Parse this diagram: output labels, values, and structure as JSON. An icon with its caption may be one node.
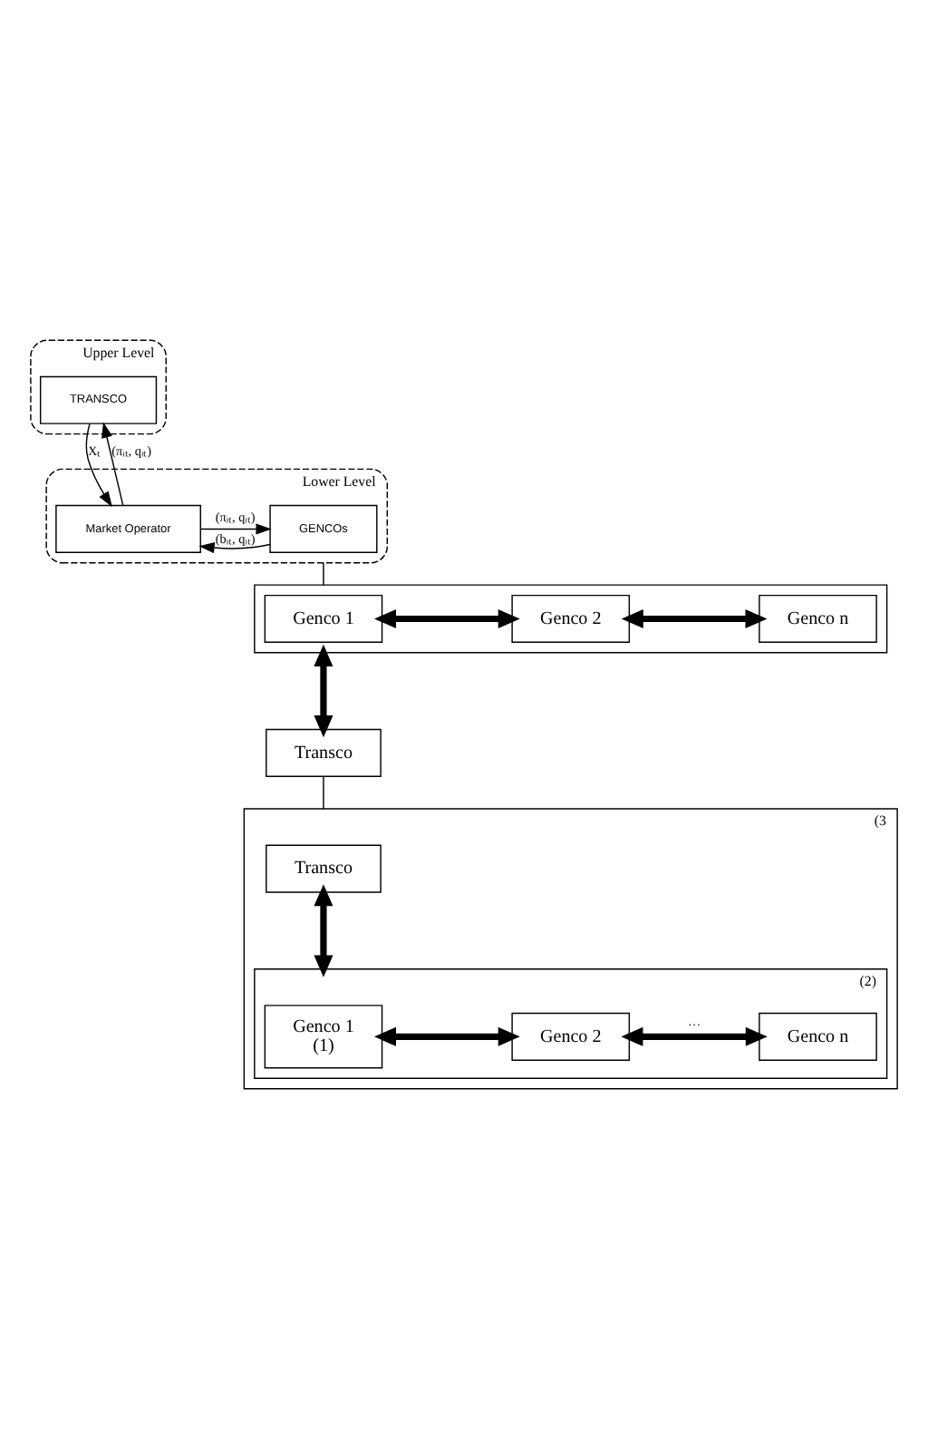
{
  "diagram": {
    "nodes": [
      {
        "text": [
          "Upper Level"
        ]
      },
      {
        "text": [
          "TRANSCO"
        ],
        "in": 0
      },
      {
        "text": [
          "Lower Level"
        ]
      },
      {
        "text": [
          "GENCOs"
        ],
        "in": 2
      },
      {
        "text": [
          "Market Operator"
        ],
        "in": 2
      },
      {
        "text": [],
        "shape": "box"
      },
      {
        "text": [
          "Genco 1"
        ],
        "in": 5
      },
      {
        "text": [
          "Genco 2"
        ],
        "in": 5
      },
      {
        "text": [
          "Genco n"
        ],
        "in": 5
      },
      {
        "text": [
          "Transco"
        ]
      },
      {
        "text": [
          "(3"
        ]
      },
      {
        "text": [
          "Transco"
        ],
        "in": 10
      },
      {
        "text": [
          "(2)"
        ],
        "in": 10
      },
      {
        "text": [
          "Genco 1",
          "(1)"
        ],
        "in": 12
      },
      {
        "text": [
          "Genco 2"
        ],
        "in": 12
      },
      {
        "text": [
          "Genco n"
        ],
        "in": 12
      }
    ],
    "edges": [
      {
        "from": 1,
        "to": 4,
        "arrow": "to",
        "label": "Xₜ"
      },
      {
        "from": 4,
        "to": 1,
        "arrow": "to",
        "label": "(πᵢₜ, qᵢₜ)"
      },
      {
        "from": 4,
        "to": 3,
        "arrow": "to",
        "label": "(πᵢₜ, qᵢₜ)"
      },
      {
        "from": 3,
        "to": 4,
        "arrow": "to",
        "label": "(bᵢₜ, qᵢₜ)"
      },
      {
        "from": 2,
        "to": 5,
        "arrow": "none"
      },
      {
        "from": 6,
        "to": 7,
        "arrow": "both",
        "style": "thick"
      },
      {
        "from": 7,
        "to": 8,
        "arrow": "both",
        "style": "thick"
      },
      {
        "from": 5,
        "to": 9,
        "arrow": "both",
        "style": "thick"
      },
      {
        "from": 9,
        "to": 10,
        "arrow": "none"
      },
      {
        "from": 11,
        "to": 12,
        "arrow": "both",
        "style": "thick"
      },
      {
        "from": 13,
        "to": 14,
        "arrow": "both",
        "style": "thick"
      },
      {
        "from": 14,
        "to": 15,
        "arrow": "both",
        "style": "thick",
        "label": "···"
      }
    ]
  }
}
